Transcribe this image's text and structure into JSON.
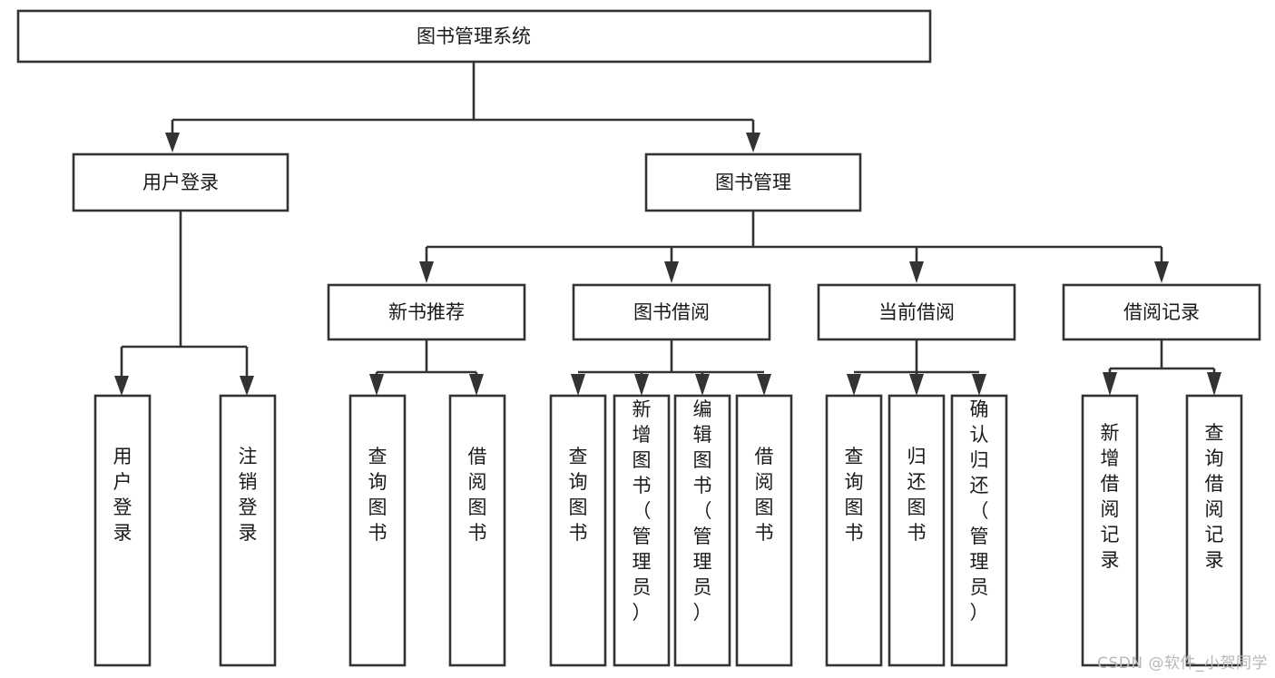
{
  "diagram": {
    "title": "图书管理系统",
    "type": "tree-hierarchy-chart",
    "watermark": "CSDN @软件_小贺同学",
    "root": {
      "label": "图书管理系统"
    },
    "level2": [
      {
        "label": "用户登录"
      },
      {
        "label": "图书管理"
      }
    ],
    "level3": [
      {
        "label": "新书推荐"
      },
      {
        "label": "图书借阅"
      },
      {
        "label": "当前借阅"
      },
      {
        "label": "借阅记录"
      }
    ],
    "leaves": {
      "user_login": [
        {
          "label": "用户登录"
        },
        {
          "label": "注销登录"
        }
      ],
      "new_book_recommend": [
        {
          "label": "查询图书"
        },
        {
          "label": "借阅图书"
        }
      ],
      "book_borrow": [
        {
          "label": "查询图书"
        },
        {
          "label": "新增图书（管理员）"
        },
        {
          "label": "编辑图书（管理员）"
        },
        {
          "label": "借阅图书"
        }
      ],
      "current_borrow": [
        {
          "label": "查询图书"
        },
        {
          "label": "归还图书"
        },
        {
          "label": "确认归还（管理员）"
        }
      ],
      "borrow_record": [
        {
          "label": "新增借阅记录"
        },
        {
          "label": "查询借阅记录"
        }
      ]
    }
  },
  "colors": {
    "stroke": "#333333",
    "fill": "#ffffff",
    "text": "#1a1a1a",
    "watermark": "#b8b8b8"
  }
}
